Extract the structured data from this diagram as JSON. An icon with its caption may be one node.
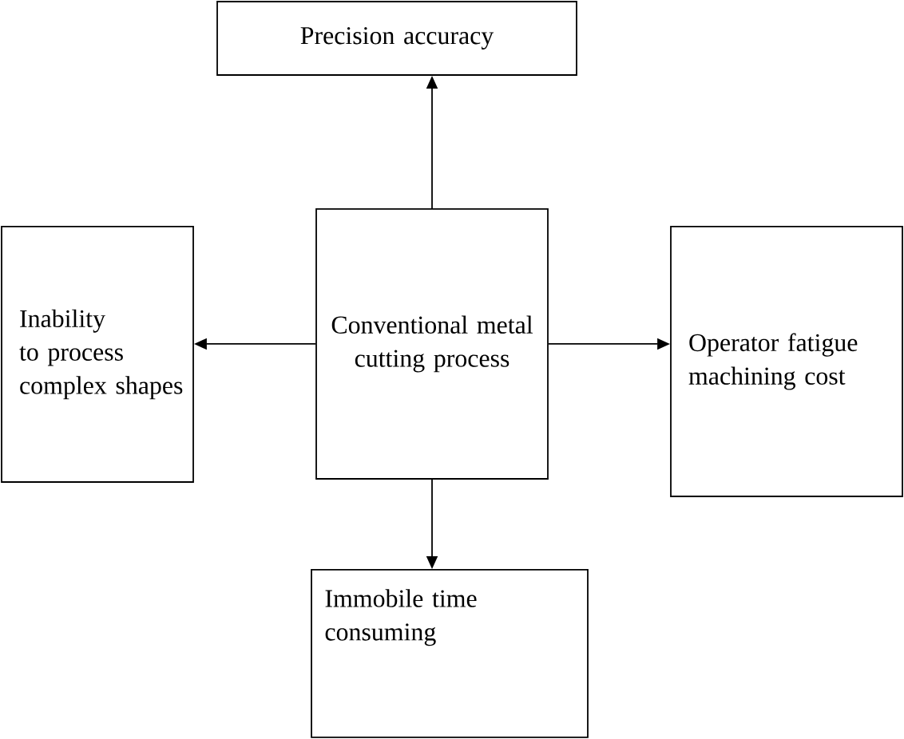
{
  "diagram": {
    "nodes": [
      {
        "text": [
          "Conventional metal cutting process"
        ]
      },
      {
        "text": [
          "Precision accuracy"
        ]
      },
      {
        "text": [
          "Inability to process complex shapes"
        ]
      },
      {
        "text": [
          "Operator fatigue machining cost"
        ]
      },
      {
        "text": [
          "Immobile time consuming"
        ]
      }
    ],
    "edges": [
      {
        "from": 0,
        "to": 1,
        "arrow": "to"
      },
      {
        "from": 0,
        "to": 2,
        "arrow": "to"
      },
      {
        "from": 0,
        "to": 3,
        "arrow": "to"
      },
      {
        "from": 0,
        "to": 4,
        "arrow": "to"
      }
    ]
  }
}
